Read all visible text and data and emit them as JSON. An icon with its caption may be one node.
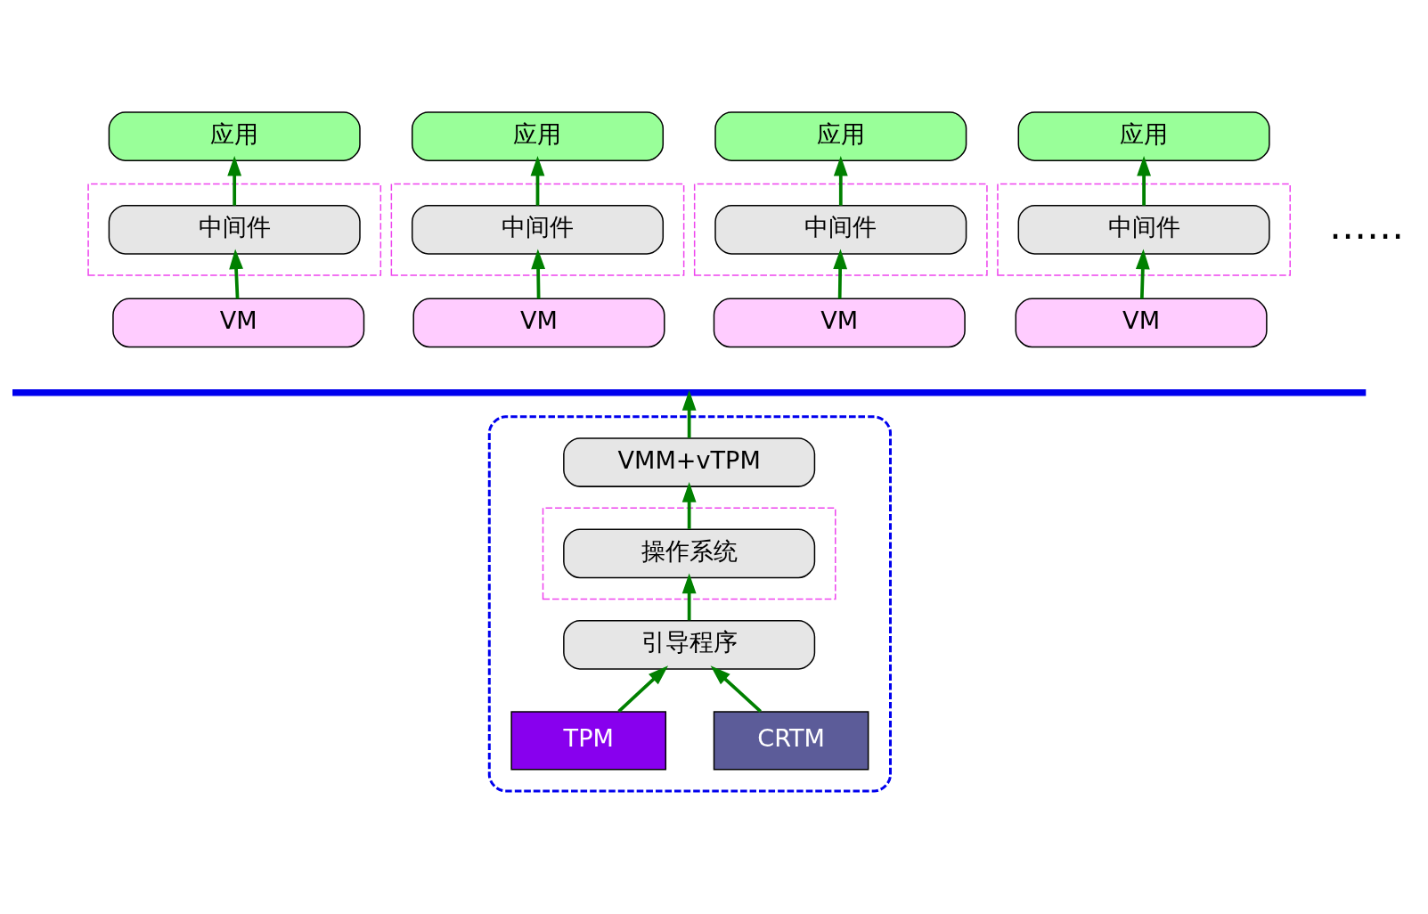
{
  "diagram": {
    "nodes": [
      {
        "text": [
          "应用"
        ]
      },
      {
        "text": [],
        "shape": "box"
      },
      {
        "text": [
          "中间件"
        ],
        "in": 1
      },
      {
        "text": [
          "VM"
        ]
      },
      {
        "text": [
          "应用"
        ]
      },
      {
        "text": [],
        "shape": "box"
      },
      {
        "text": [
          "中间件"
        ],
        "in": 5
      },
      {
        "text": [
          "VM"
        ]
      },
      {
        "text": [
          "应用"
        ]
      },
      {
        "text": [],
        "shape": "box"
      },
      {
        "text": [
          "中间件"
        ],
        "in": 9
      },
      {
        "text": [
          "VM"
        ]
      },
      {
        "text": [
          "应用"
        ]
      },
      {
        "text": [],
        "shape": "box"
      },
      {
        "text": [
          "中间件"
        ],
        "in": 13
      },
      {
        "text": [
          "VM"
        ]
      },
      {
        "text": [],
        "shape": "bar"
      },
      {
        "text": [],
        "shape": "box"
      },
      {
        "text": [
          "VMM+vTPM"
        ],
        "in": 17
      },
      {
        "text": [],
        "shape": "box",
        "in": 17
      },
      {
        "text": [
          "操作系统"
        ],
        "in": 19
      },
      {
        "text": [
          "引导程序"
        ],
        "in": 17
      },
      {
        "text": [
          "CRTM"
        ],
        "in": 17
      },
      {
        "text": [
          "TPM"
        ],
        "in": 17
      }
    ],
    "edges": [
      {
        "from": 3,
        "to": 2,
        "arrow": "to"
      },
      {
        "from": 2,
        "to": 0,
        "arrow": "to"
      },
      {
        "from": 7,
        "to": 6,
        "arrow": "to"
      },
      {
        "from": 6,
        "to": 4,
        "arrow": "to"
      },
      {
        "from": 11,
        "to": 10,
        "arrow": "to"
      },
      {
        "from": 10,
        "to": 8,
        "arrow": "to"
      },
      {
        "from": 15,
        "to": 14,
        "arrow": "to"
      },
      {
        "from": 14,
        "to": 12,
        "arrow": "to"
      },
      {
        "from": 18,
        "to": 16,
        "arrow": "to"
      },
      {
        "from": 20,
        "to": 18,
        "arrow": "to"
      },
      {
        "from": 21,
        "to": 20,
        "arrow": "to"
      },
      {
        "from": 22,
        "to": 21,
        "arrow": "to"
      },
      {
        "from": 23,
        "to": 21,
        "arrow": "to"
      }
    ],
    "labels": [
      "……"
    ]
  }
}
